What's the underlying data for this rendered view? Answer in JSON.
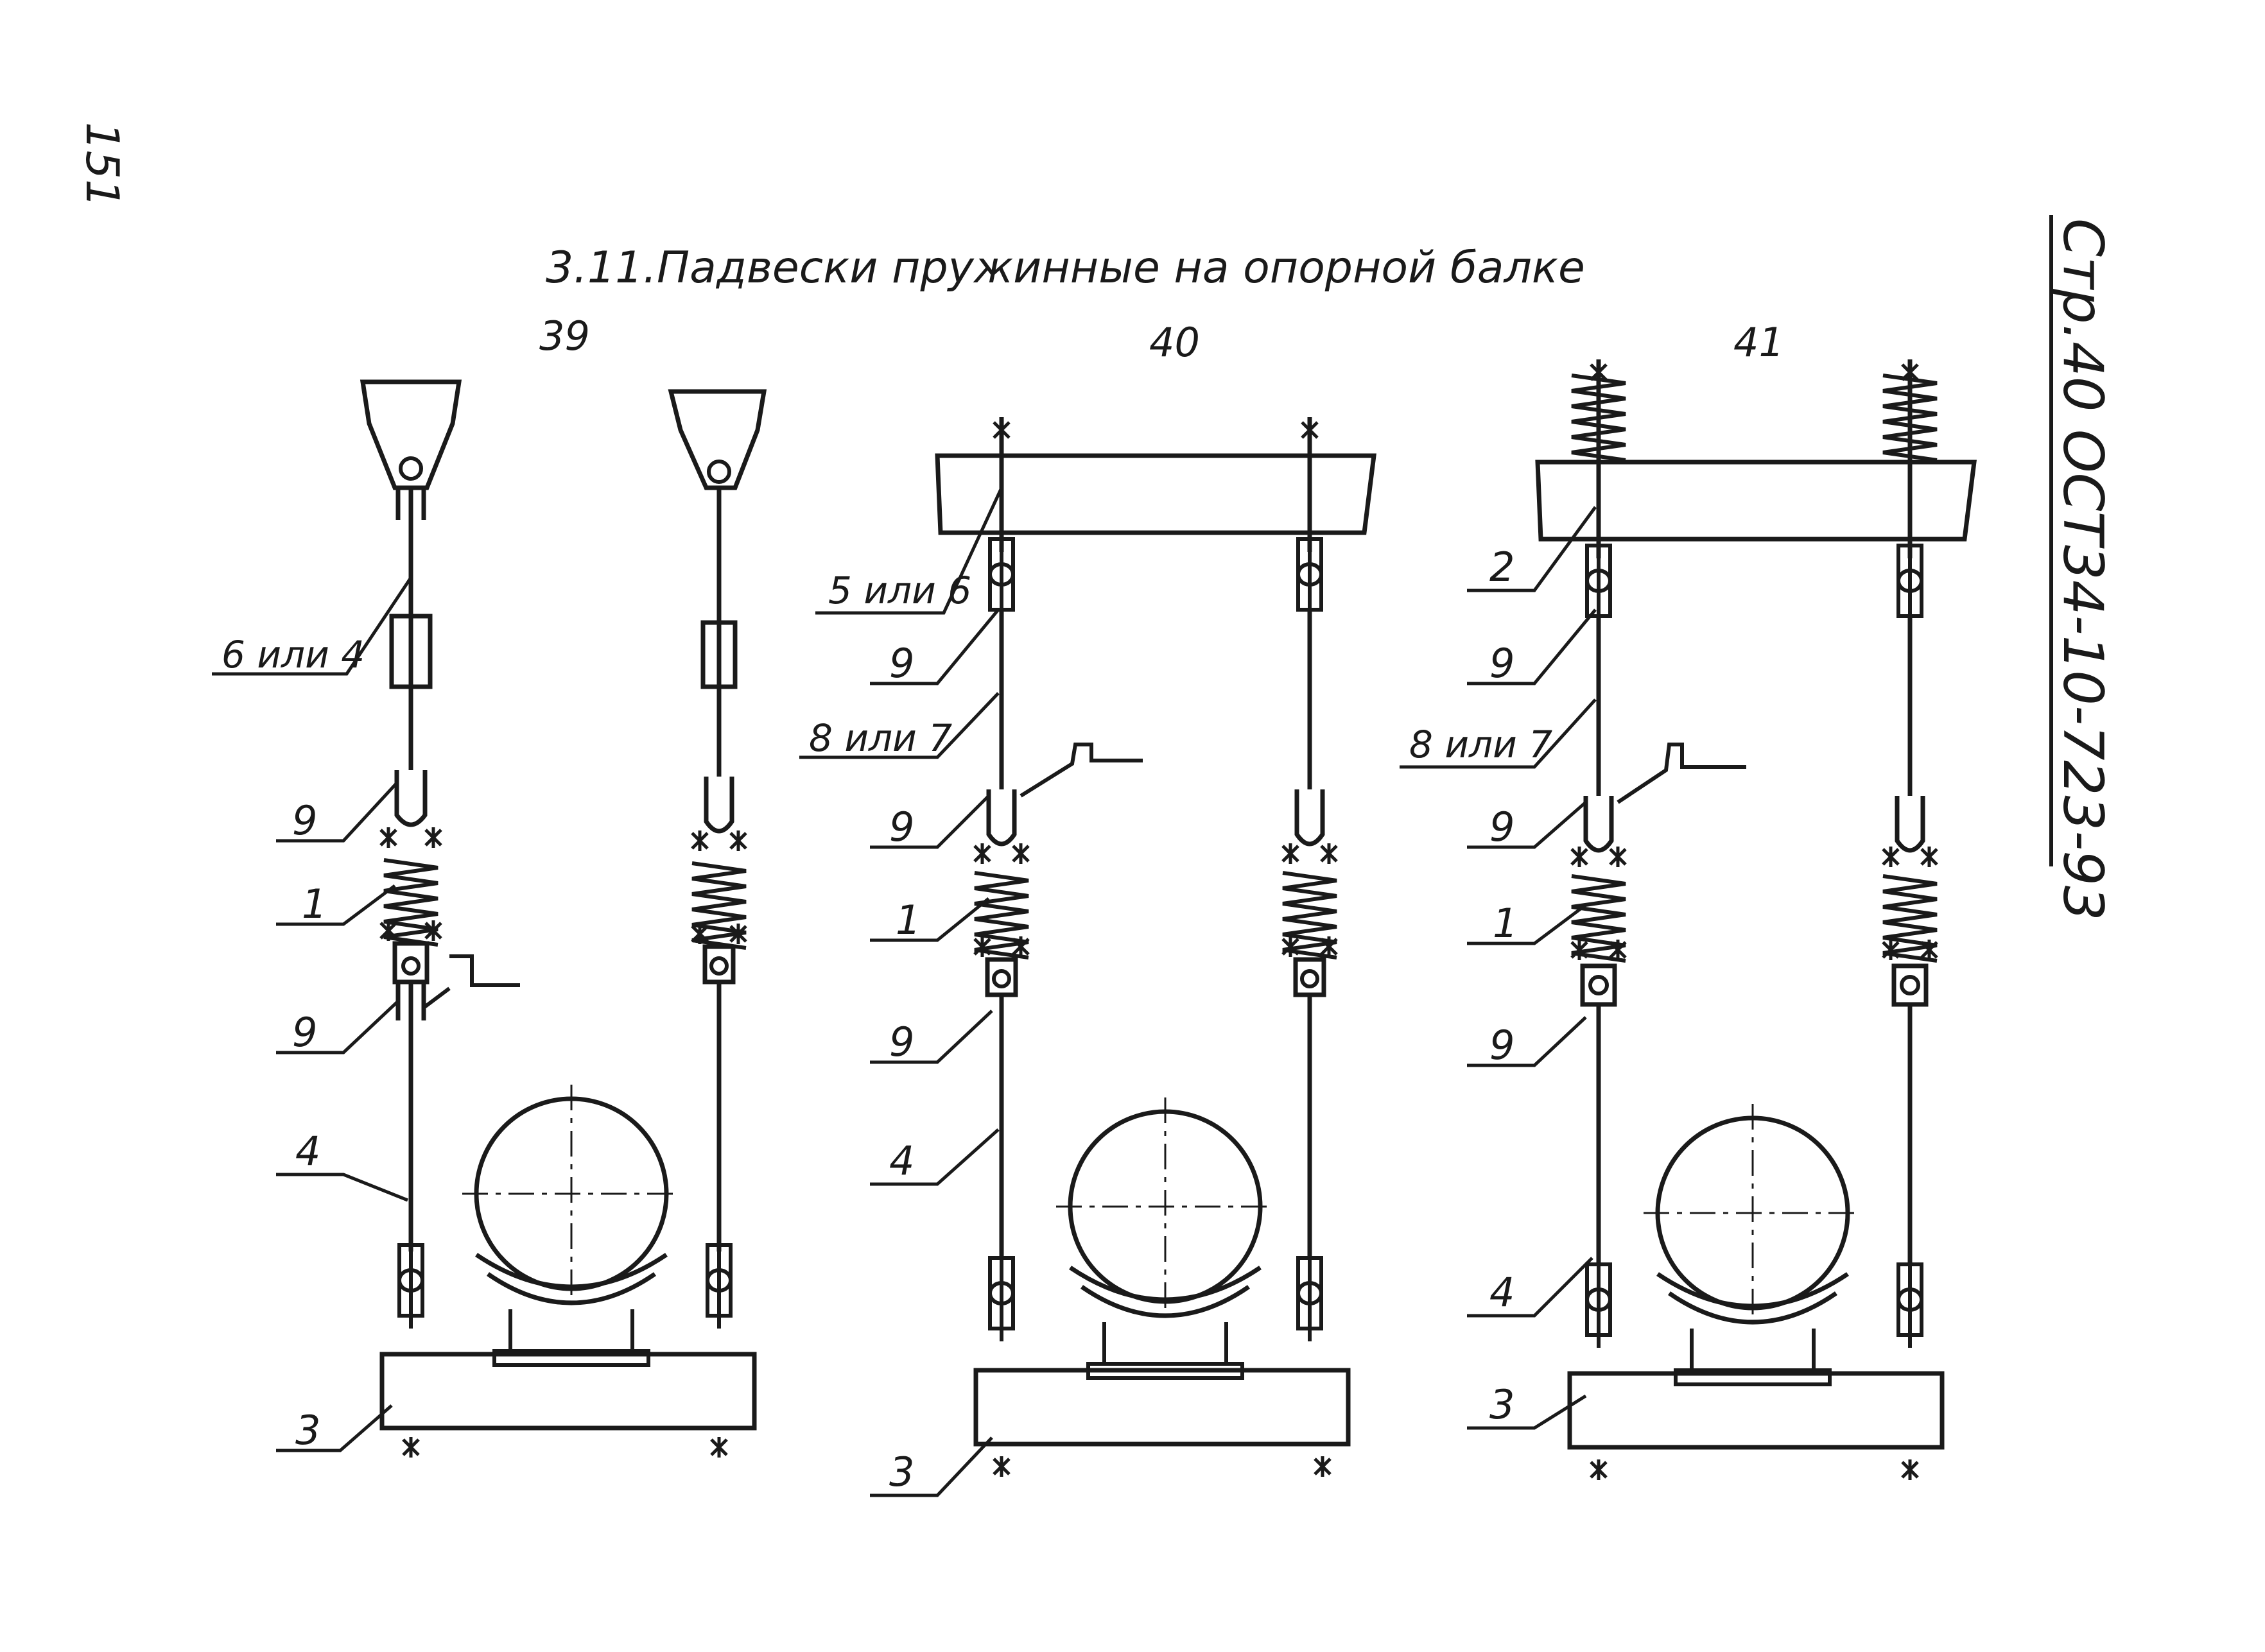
{
  "corner_mark": "151",
  "title": "3.11.Падвески пружинные на опорной балке",
  "side_caption": "Стр.40 ОСТ34-10-723-93",
  "variant_numbers": [
    "39",
    "40",
    "41"
  ],
  "variant_39": {
    "labels": [
      "6 или 4",
      "9",
      "1",
      "9",
      "4",
      "3"
    ]
  },
  "variant_40": {
    "labels": [
      "5 или 6",
      "9",
      "8 или 7",
      "9",
      "1",
      "9",
      "4",
      "3"
    ]
  },
  "variant_41": {
    "labels": [
      "2",
      "9",
      "8 или 7",
      "9",
      "1",
      "9",
      "4",
      "3"
    ]
  }
}
